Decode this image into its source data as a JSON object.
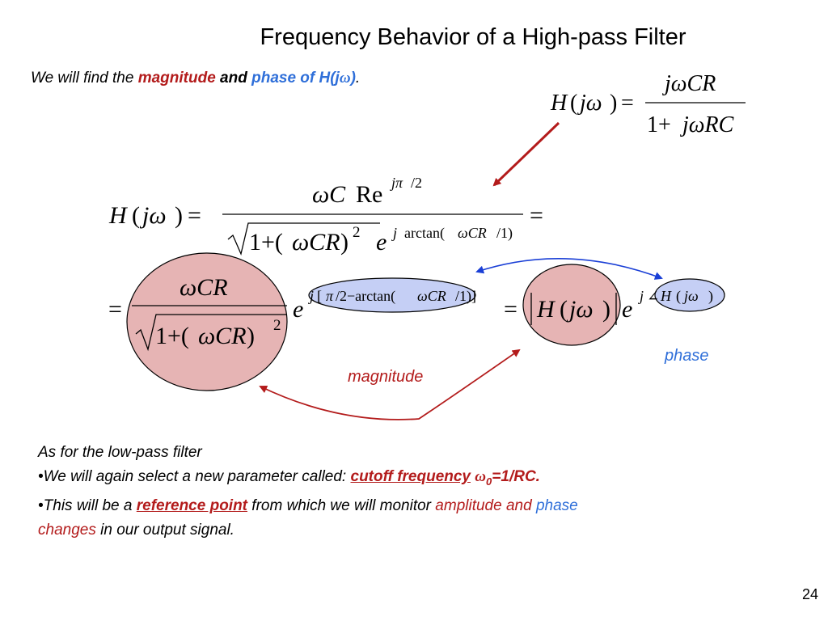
{
  "slide": {
    "title": "Frequency Behavior of a High-pass Filter",
    "page_number": "24"
  },
  "intro": {
    "prefix": "We will find the ",
    "magnitude": "magnitude",
    "and": " and ",
    "phase_of": "phase of H(j",
    "omega": "ω",
    "close": ")",
    "period": "."
  },
  "labels": {
    "phase": "phase",
    "magnitude": "magnitude"
  },
  "bottom": {
    "line1": "As for the low-pass filter",
    "line2_prefix": "•We will again select a new parameter called: ",
    "cutoff": "cutoff frequency",
    "omega0": "ω",
    "sub0": "0",
    "eq": "=1/RC.",
    "line3_prefix": "•This will be a ",
    "reference": "reference point",
    "line3_mid": " from which we will monitor ",
    "amplitude": "amplitude",
    "and": " and ",
    "phase": "phase",
    "changes": "changes",
    "tail": " in our output signal."
  },
  "colors": {
    "red": "#b31b1b",
    "blue": "#2f6fd9",
    "ellipse_red_fill": "#e6b4b4",
    "ellipse_blue_fill": "#c5cff5",
    "arrow_blue": "#1a3fd6"
  }
}
